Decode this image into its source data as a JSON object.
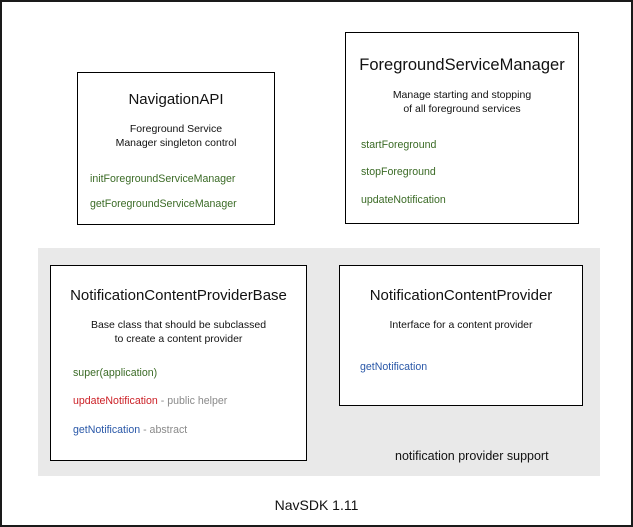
{
  "diagram": {
    "footer": "NavSDK 1.11",
    "group_panel": {
      "label": "notification provider support",
      "background": "#e9e9e9"
    },
    "colors": {
      "green": "#3b6b26",
      "red": "#cc2127",
      "blue": "#2a58a8",
      "note_gray": "#8a8a8a",
      "text": "#111111",
      "border": "#000000"
    },
    "boxes": [
      {
        "id": "navigation-api",
        "title": "NavigationAPI",
        "description": "Foreground Service\nManager singleton control",
        "description_lines": [
          "Foreground Service",
          "Manager singleton control"
        ],
        "members": [
          {
            "name": "initForegroundServiceManager",
            "note": "",
            "color": "green"
          },
          {
            "name": "getForegroundServiceManager",
            "note": "",
            "color": "green"
          }
        ]
      },
      {
        "id": "foreground-service-manager",
        "title": "ForegroundServiceManager",
        "description": "Manage starting and stopping\nof all foreground services",
        "description_lines": [
          "Manage starting and stopping",
          "of all foreground services"
        ],
        "members": [
          {
            "name": "startForeground",
            "note": "",
            "color": "green"
          },
          {
            "name": "stopForeground",
            "note": "",
            "color": "green"
          },
          {
            "name": "updateNotification",
            "note": "",
            "color": "green"
          }
        ]
      },
      {
        "id": "notification-content-provider-base",
        "title": "NotificationContentProviderBase",
        "description": "Base class that should be subclassed\nto create a content provider",
        "description_lines": [
          "Base class that should be subclassed",
          "to create a content provider"
        ],
        "members": [
          {
            "name": "super(application)",
            "note": "",
            "color": "green"
          },
          {
            "name": "updateNotification",
            "note": " - public helper",
            "color": "red"
          },
          {
            "name": "getNotification",
            "note": " - abstract",
            "color": "blue"
          }
        ]
      },
      {
        "id": "notification-content-provider",
        "title": "NotificationContentProvider",
        "description": "Interface for a content provider",
        "description_lines": [
          "Interface for a content provider"
        ],
        "members": [
          {
            "name": "getNotification",
            "note": "",
            "color": "blue"
          }
        ]
      }
    ]
  }
}
